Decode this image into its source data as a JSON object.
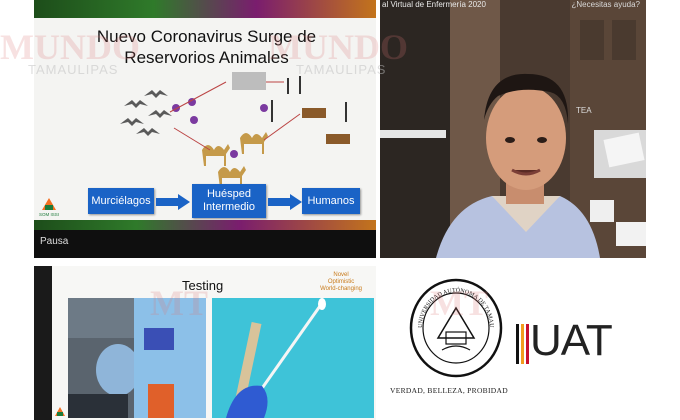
{
  "slide1": {
    "title": "Nuevo Coronavirus Surge de Reservorios Animales",
    "brand_logo_text": "SOM ISSI",
    "flow": [
      "Murciélagos",
      "Huésped Intermedio",
      "Humanos"
    ],
    "status": "Pausa"
  },
  "camera": {
    "title": "al Virtual de Enfermería 2020",
    "help": "¿Necesitas ayuda?",
    "poster_text": "TEA"
  },
  "slide2": {
    "title": "Testing",
    "tagline": [
      "Novel",
      "Optimistic",
      "World-changing"
    ]
  },
  "logo": {
    "brand": "UAT",
    "seal_text": "UNIVERSIDAD AUTÓNOMA DE TAMAULIPAS",
    "motto": "VERDAD, BELLEZA, PROBIDAD"
  },
  "watermark": {
    "mark": "MUNDO",
    "sub": "TAMAULIPAS",
    "short": "MT"
  },
  "colors": {
    "flow_box": "#1a63c6",
    "page": "#ffffff"
  }
}
